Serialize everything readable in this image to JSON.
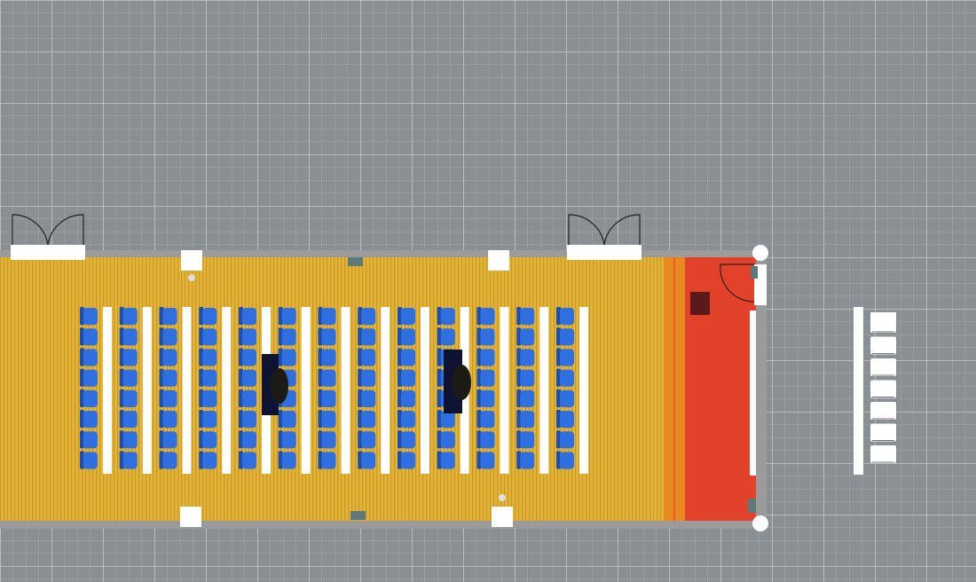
{
  "canvas": {
    "background_color": "#8a8f93",
    "grid_minor_color": "#a4a9ad",
    "grid_major_color": "#c3c7ca"
  },
  "room": {
    "wall_color": "#9b9b9b",
    "floor_color": "#e3b534",
    "floor_line_color": "#c9962a"
  },
  "stage": {
    "floor_color": "#e2412a",
    "edge_color": "#e88a1f",
    "screen_color": "#ffffff",
    "lectern_color": "#5a1a1a"
  },
  "seating": {
    "columns": 13,
    "seats_per_column": 8,
    "seat_color": "#2f6fe0",
    "seat_shadow_color": "#1b4fb0",
    "desk_color": "#ffffff"
  },
  "cameras": {
    "body_color": "#0e1333",
    "head_color": "#1c1a14"
  },
  "doors": {
    "panel_color": "#ffffff",
    "swing_color": "#222222"
  },
  "outside_rack": {
    "frame_color": "#ffffff",
    "item_count": 7
  },
  "fixtures": {
    "pillar_color": "#ffffff",
    "sensor_color": "#5d7a78",
    "lamp_color": "#dddddd"
  }
}
